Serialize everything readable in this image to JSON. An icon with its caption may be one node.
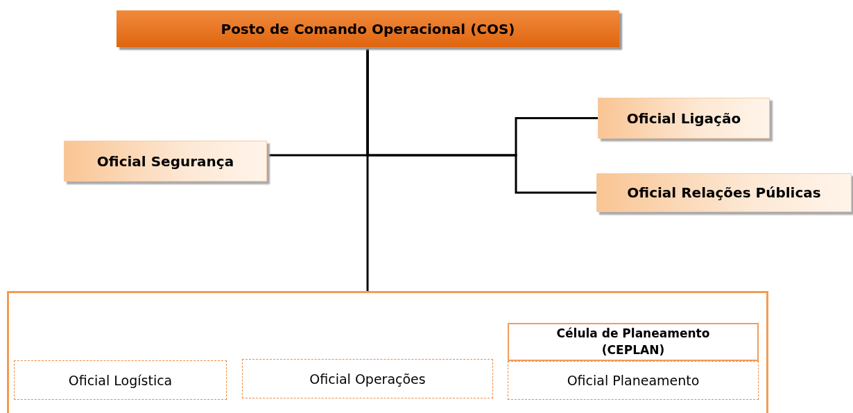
{
  "diagram": {
    "nodes": [
      {
        "text": [
          "Posto de Comando Operacional (COS)"
        ]
      },
      {
        "text": [
          "Oficial Segurança"
        ]
      },
      {
        "text": [
          "Oficial Ligação"
        ]
      },
      {
        "text": [
          "Oficial Relações Públicas"
        ]
      },
      {
        "text": [],
        "shape": "box"
      },
      {
        "text": [
          "Célula de Planeamento (CEPLAN)"
        ],
        "in": 4
      },
      {
        "text": [
          "Oficial Logística"
        ],
        "in": 4
      },
      {
        "text": [
          "Oficial Operações"
        ],
        "in": 4
      },
      {
        "text": [
          "Oficial Planeamento"
        ],
        "in": 4
      }
    ],
    "edges": [
      {
        "from": 0,
        "to": 4,
        "arrow": "none"
      },
      {
        "from": 0,
        "to": 1,
        "arrow": "none"
      },
      {
        "from": 0,
        "to": 2,
        "arrow": "none"
      },
      {
        "from": 0,
        "to": 3,
        "arrow": "none"
      }
    ]
  }
}
